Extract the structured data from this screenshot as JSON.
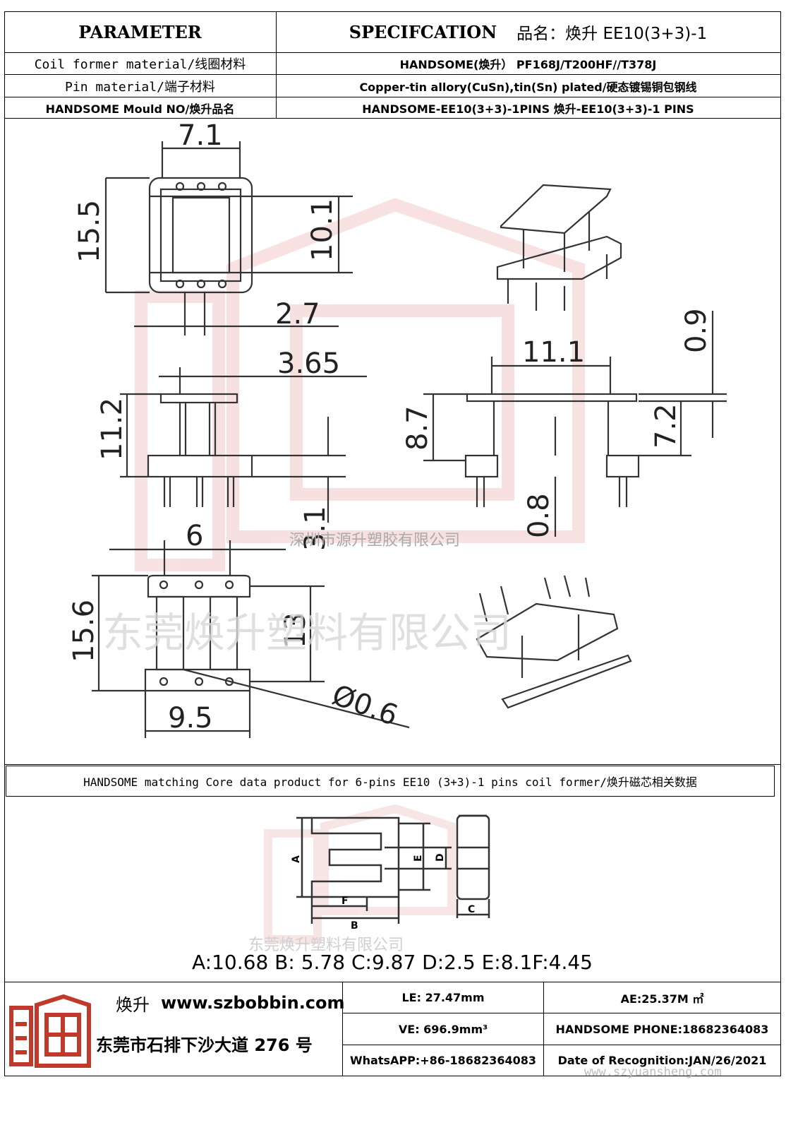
{
  "header": {
    "parameter": "PARAMETER",
    "specification": "SPECIFCATION",
    "product_label": "品名：",
    "product_name": "焕升 EE10(3+3)-1"
  },
  "spec_rows": [
    {
      "param": "Coil former material/线圈材料",
      "value": "HANDSOME(焕升）  PF168J/T200HF//T378J"
    },
    {
      "param": "Pin material/端子材料",
      "value": "Copper-tin allory(CuSn),tin(Sn) plated/硬态镀锡铜包钢线"
    },
    {
      "param": "HANDSOME Mould NO/焕升品名",
      "value": "HANDSOME-EE10(3+3)-1PINS   焕升-EE10(3+3)-1 PINS"
    }
  ],
  "dimensions": {
    "top_width": "7.1",
    "top_height": "15.5",
    "inner_height": "10.1",
    "slot": "2.7",
    "side_top": "3.65",
    "side_height": "11.2",
    "pin_len": "3.1",
    "front_width": "11.1",
    "flange_t": "0.9",
    "front_height": "8.7",
    "inner_front": "7.2",
    "pin_dia_front": "0.8",
    "bottom_span": "6",
    "bottom_height": "15.6",
    "bottom_inner": "13",
    "bottom_width": "9.5",
    "pin_dia": "Ø0.6"
  },
  "watermarks": {
    "small": "深圳市源升塑胶有限公司",
    "large": "东莞焕升塑料有限公司",
    "core": "东莞焕升塑料有限公司",
    "corner": "www.szyuansheng.com"
  },
  "core_section": {
    "title": "HANDSOME matching Core data  product for 6-pins EE10 (3+3)-1 pins coil former/焕升磁芯相关数据",
    "labels": {
      "a": "A",
      "b": "B",
      "c": "C",
      "d": "D",
      "e": "E",
      "f": "F"
    },
    "values": "A:10.68 B: 5.78 C:9.87 D:2.5 E:8.1F:4.45"
  },
  "footer": {
    "brand": "焕升",
    "website": "www.szbobbin.com",
    "address": "东莞市石排下沙大道 276 号",
    "le": "LE: 27.47mm",
    "ae": "AE:25.37M ㎡",
    "ve": "VE: 696.9mm³",
    "phone": "HANDSOME PHONE:18682364083",
    "whatsapp": "WhatsAPP:+86-18682364083",
    "date": "Date of Recognition:JAN/26/2021"
  },
  "colors": {
    "border": "#000000",
    "drawing": "#333333",
    "watermark": "#e8b4b4",
    "logo": "#c0392b"
  }
}
